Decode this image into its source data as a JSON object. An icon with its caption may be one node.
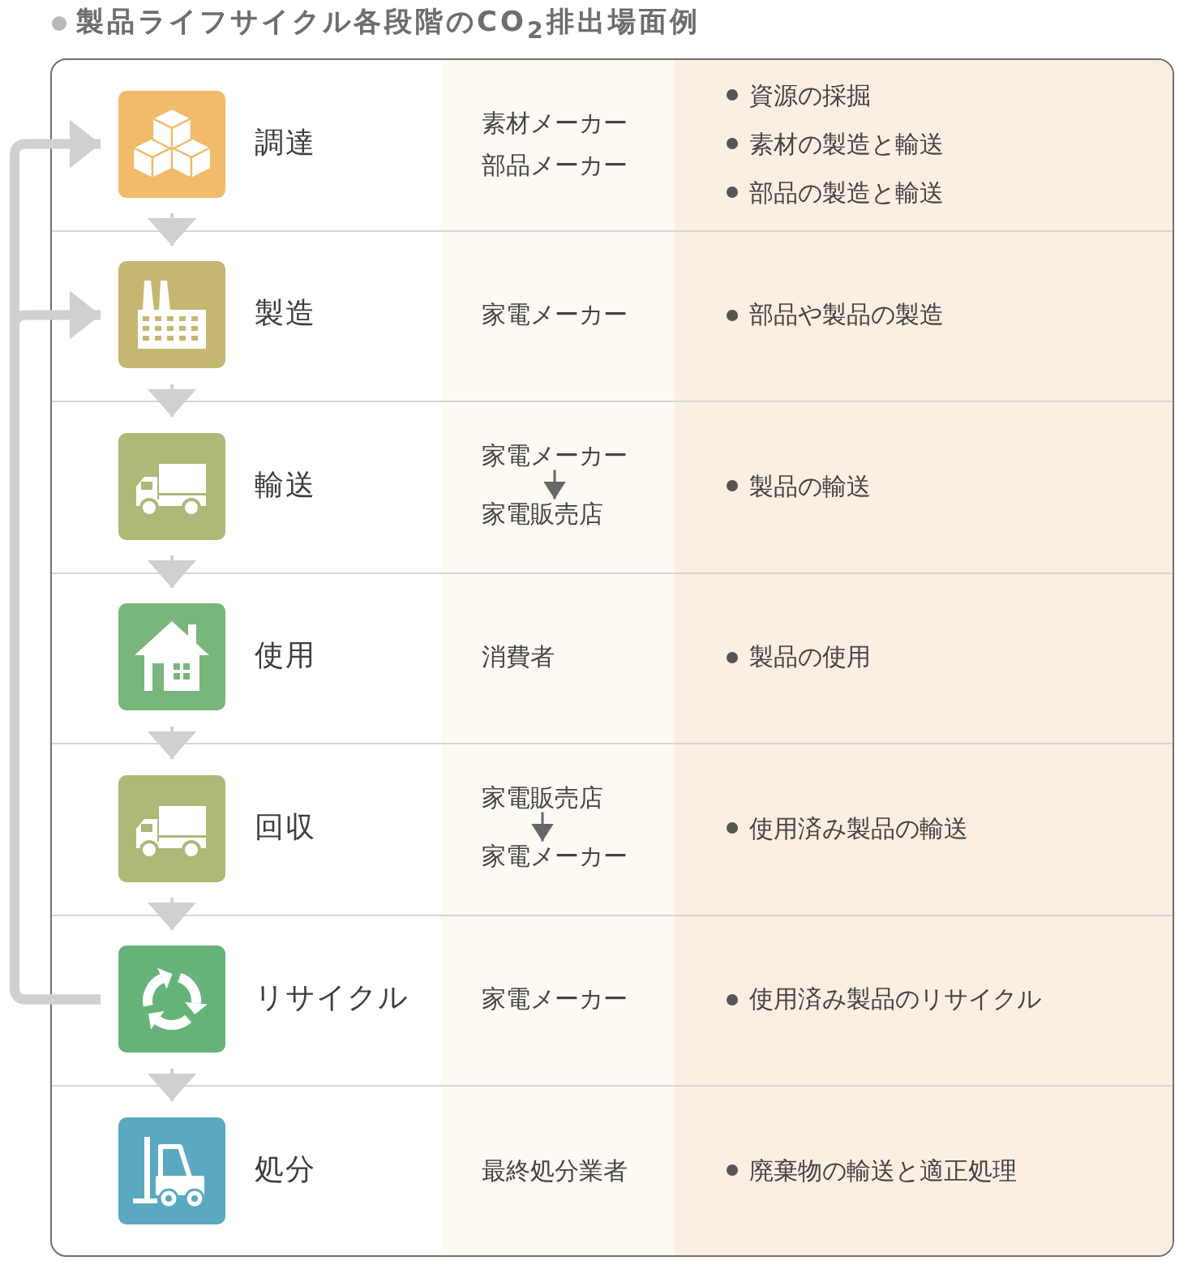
{
  "diagram": {
    "title": "製品ライフサイクル各段階のCO$_{2}$排出場面例",
    "nodes": [
      {
        "text": [
          "調達"
        ]
      },
      {
        "text": [
          "製造"
        ]
      },
      {
        "text": [
          "輸送"
        ]
      },
      {
        "text": [
          "家電メーカー"
        ]
      },
      {
        "text": [
          "家電販売店"
        ]
      },
      {
        "text": [
          "使用"
        ]
      },
      {
        "text": [
          "回収"
        ]
      },
      {
        "text": [
          "家電販売店"
        ]
      },
      {
        "text": [
          "家電メーカー"
        ]
      },
      {
        "text": [
          "リサイクル"
        ]
      },
      {
        "text": [
          "処分"
        ]
      }
    ],
    "edges": [
      {
        "from": 0,
        "to": 1,
        "arrow": "to"
      },
      {
        "from": 1,
        "to": 2,
        "arrow": "to"
      },
      {
        "from": 3,
        "to": 4,
        "arrow": "to",
        "color": "#666666"
      },
      {
        "from": 2,
        "to": 5,
        "arrow": "to"
      },
      {
        "from": 5,
        "to": 6,
        "arrow": "to"
      },
      {
        "from": 7,
        "to": 8,
        "arrow": "to",
        "color": "#666666"
      },
      {
        "from": 6,
        "to": 9,
        "arrow": "to"
      },
      {
        "from": 9,
        "to": 10,
        "arrow": "to"
      },
      {
        "from": 9,
        "to": 0,
        "arrow": "to",
        "style": "thick"
      },
      {
        "from": 9,
        "to": 1,
        "arrow": "to",
        "style": "thick"
      }
    ],
    "labels": [
      "素材メーカー",
      "部品メーカー",
      "資源の採掘",
      "素材の製造と輸送",
      "部品の製造と輸送",
      "家電メーカー",
      "部品や製品の製造",
      "製品の輸送",
      "消費者",
      "製品の使用",
      "使用済み製品の輸送",
      "家電メーカー",
      "使用済み製品のリサイクル",
      "最終処分業者",
      "廃棄物の輸送と適正処理"
    ]
  }
}
